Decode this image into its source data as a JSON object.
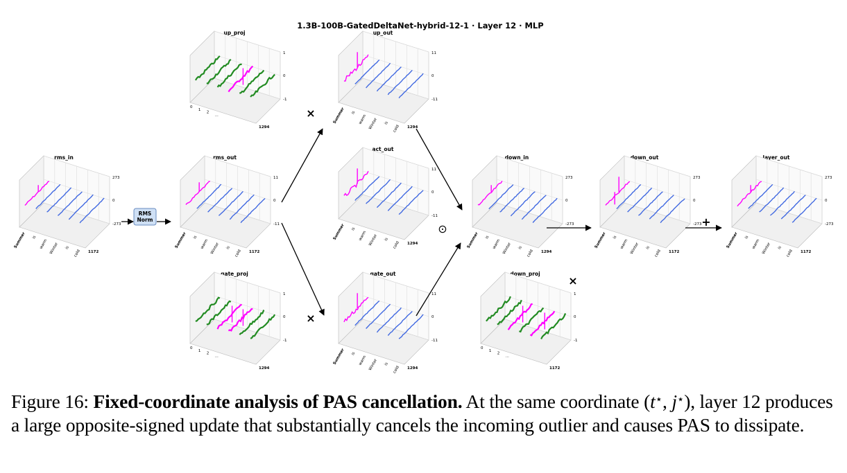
{
  "figure_title": "1.3B-100B-GatedDeltaNet-hybrid-12-1 · Layer 12 · MLP",
  "norm_box": [
    "RMS",
    "Norm"
  ],
  "ops": {
    "times": "×",
    "odot": "⊙",
    "plus": "+"
  },
  "colors": {
    "outlier": "#ff00ff",
    "normal": "#4169e1",
    "weight": "#228b22",
    "box": "#cfe0f5",
    "box_border": "#6a8cc0"
  },
  "panels": [
    {
      "id": "rms_in",
      "title": "rms_in",
      "kind": "act",
      "ticks": [
        "273",
        "0",
        "-273"
      ],
      "depth": "1172",
      "tokens": [
        "Summer",
        "is",
        "warm",
        "Winter",
        "is",
        "cold"
      ],
      "spike": "small"
    },
    {
      "id": "rms_out",
      "title": "rms_out",
      "kind": "act",
      "ticks": [
        "11",
        "0",
        "-11"
      ],
      "depth": "1172",
      "tokens": [
        "Summer",
        "is",
        "warm",
        "Winter",
        "is",
        "cold"
      ],
      "spike": "med"
    },
    {
      "id": "up_proj",
      "title": "up_proj",
      "kind": "weight",
      "ticks": [
        "1",
        "0",
        "-1"
      ],
      "depth": "1294",
      "xticks": [
        "0",
        "1",
        "2",
        "..."
      ],
      "spike": "weight_up"
    },
    {
      "id": "up_out",
      "title": "up_out",
      "kind": "act",
      "ticks": [
        "11",
        "0",
        "-11"
      ],
      "depth": "1294",
      "tokens": [
        "Summer",
        "is",
        "warm",
        "Winter",
        "is",
        "cold"
      ],
      "spike": "big"
    },
    {
      "id": "act_out",
      "title": "act_out",
      "kind": "act",
      "ticks": [
        "11",
        "0",
        "-11"
      ],
      "depth": "1294",
      "tokens": [
        "Summer",
        "is",
        "warm",
        "Winter",
        "is",
        "cold"
      ],
      "spike": "big"
    },
    {
      "id": "gate_proj",
      "title": "gate_proj",
      "kind": "weight",
      "ticks": [
        "1",
        "0",
        "-1"
      ],
      "depth": "1294",
      "xticks": [
        "0",
        "1",
        "2",
        "..."
      ],
      "spike": "weight_gate"
    },
    {
      "id": "gate_out",
      "title": "gate_out",
      "kind": "act",
      "ticks": [
        "11",
        "0",
        "-11"
      ],
      "depth": "1294",
      "tokens": [
        "Summer",
        "is",
        "warm",
        "Winter",
        "is",
        "cold"
      ],
      "spike": "big"
    },
    {
      "id": "down_in",
      "title": "down_in",
      "kind": "act",
      "ticks": [
        "273",
        "0",
        "-273"
      ],
      "depth": "1294",
      "tokens": [
        "Summer",
        "is",
        "warm",
        "Winter",
        "is",
        "cold"
      ],
      "spike": "small"
    },
    {
      "id": "down_proj",
      "title": "down_proj",
      "kind": "weight",
      "ticks": [
        "1",
        "0",
        "-1"
      ],
      "depth": "1172",
      "xticks": [
        "0",
        "1",
        "2",
        "..."
      ],
      "spike": "weight_down"
    },
    {
      "id": "down_out",
      "title": "down_out",
      "kind": "act",
      "ticks": [
        "273",
        "0",
        "-273"
      ],
      "depth": "1172",
      "tokens": [
        "Summer",
        "is",
        "warm",
        "Winter",
        "is",
        "cold"
      ],
      "spike": "down"
    },
    {
      "id": "layer_out",
      "title": "layer_out",
      "kind": "act",
      "ticks": [
        "273",
        "0",
        "-273"
      ],
      "depth": "1172",
      "tokens": [
        "Summer",
        "is",
        "warm",
        "Winter",
        "is",
        "cold"
      ],
      "spike": "small"
    }
  ],
  "caption": {
    "label": "Figure 16:",
    "bold": "Fixed-coordinate analysis of PAS cancellation.",
    "text_a": "At the same coordinate (",
    "t": "t",
    "star": "⋆",
    "comma": ", ",
    "j": "j",
    "text_b": "), layer 12 produces a large opposite-signed update that substantially cancels the incoming outlier and causes PAS to dissipate."
  }
}
